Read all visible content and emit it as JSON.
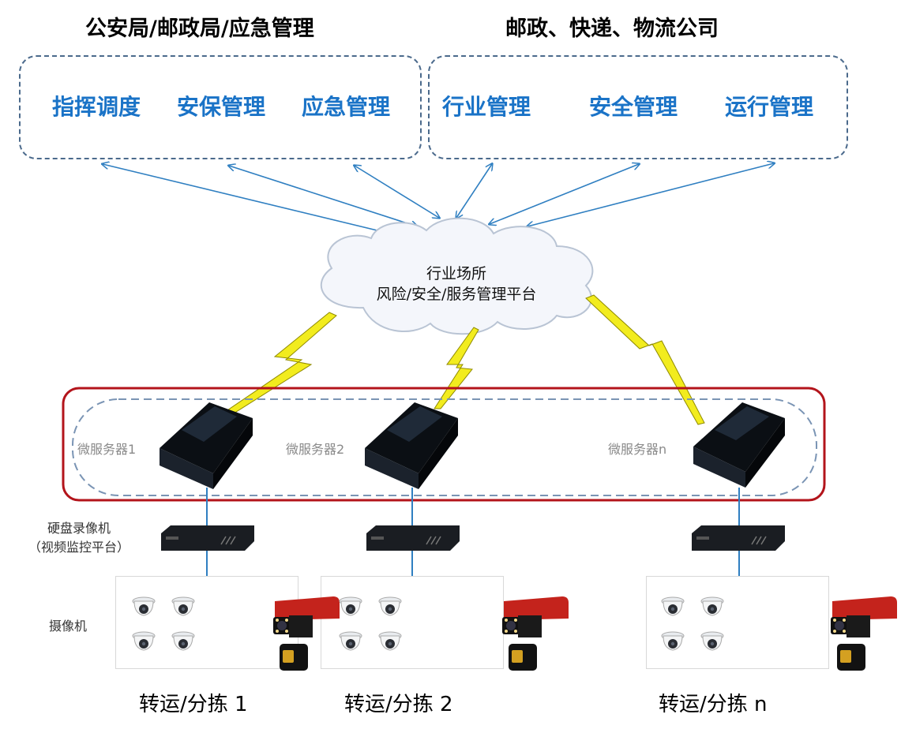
{
  "groups": {
    "gov": {
      "title": "公安局/邮政局/应急管理",
      "functions": [
        "指挥调度",
        "安保管理",
        "应急管理"
      ]
    },
    "company": {
      "title": "邮政、快递、物流公司",
      "functions": [
        "行业管理",
        "安全管理",
        "运行管理"
      ]
    }
  },
  "cloud": {
    "line1": "行业场所",
    "line2": "风险/安全/服务管理平台"
  },
  "servers": [
    "微服务器1",
    "微服务器2",
    "微服务器n"
  ],
  "labels": {
    "nvr_line1": "硬盘录像机",
    "nvr_line2": "（视频监控平台）",
    "camera": "摄像机"
  },
  "sites": [
    "转运/分拣 1",
    "转运/分拣 2",
    "转运/分拣 n"
  ],
  "colors": {
    "accent": "#1a73c7",
    "highlight_border": "#b3141b",
    "lightning": "#f2ec1e",
    "arrow": "#2f7fc1",
    "box_dash": "#4b6a8c"
  }
}
